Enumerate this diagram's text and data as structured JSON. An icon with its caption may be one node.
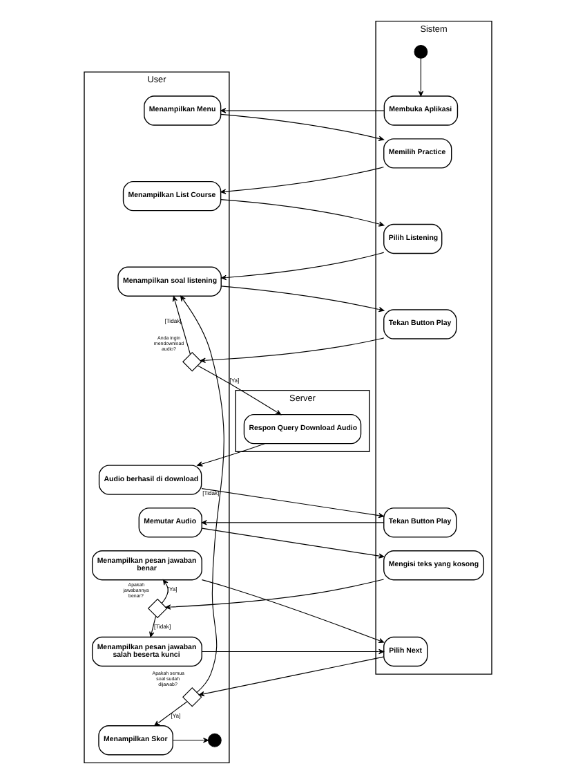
{
  "diagram": {
    "nodes": [
      {
        "text": [
          "Sistem"
        ]
      },
      {
        "text": [
          "User"
        ]
      },
      {
        "text": [
          "Server"
        ]
      },
      {
        "text": [],
        "shape": "circle",
        "in": 0
      },
      {
        "text": [
          "Membuka Aplikasi"
        ],
        "in": 0
      },
      {
        "text": [
          "Menampilkan Menu"
        ],
        "in": 1
      },
      {
        "text": [
          "Memilih Practice"
        ],
        "in": 0
      },
      {
        "text": [
          "Menampilkan List Course"
        ],
        "in": 1
      },
      {
        "text": [
          "Pilih Listening"
        ],
        "in": 0
      },
      {
        "text": [
          "Menampilkan soal listening"
        ],
        "in": 1
      },
      {
        "text": [
          "Tekan Button Play"
        ],
        "in": 0
      },
      {
        "text": [],
        "shape": "diamond",
        "beside": [
          "Anda ingin mendownload audio?"
        ],
        "in": 1
      },
      {
        "text": [
          "Respon Query Download Audio"
        ],
        "in": 2
      },
      {
        "text": [
          "Tekan Button Play"
        ],
        "in": 0
      },
      {
        "text": [
          "Audio berhasil di download"
        ],
        "in": 1
      },
      {
        "text": [
          "Memutar Audio"
        ],
        "in": 1
      },
      {
        "text": [
          "Mengisi teks yang kosong"
        ],
        "in": 0
      },
      {
        "text": [
          "Menampilkan pesan jawaban benar"
        ],
        "in": 1
      },
      {
        "text": [],
        "shape": "diamond",
        "beside": [
          "Apakah jawabannya benar?"
        ],
        "in": 1
      },
      {
        "text": [
          "Pilih Next"
        ],
        "in": 0
      },
      {
        "text": [
          "Menampilkan pesan jawaban salah beserta kunci"
        ],
        "in": 1
      },
      {
        "text": [],
        "shape": "diamond",
        "beside": [
          "Apakah semua soal sudah dijawab?"
        ],
        "in": 1
      },
      {
        "text": [
          "Menampilkan Skor"
        ],
        "in": 1
      },
      {
        "text": [],
        "shape": "circle",
        "in": 1
      }
    ],
    "edges": [
      {
        "from": 3,
        "to": 4,
        "arrow": "to"
      },
      {
        "from": 4,
        "to": 5,
        "arrow": "to"
      },
      {
        "from": 5,
        "to": 6,
        "arrow": "to"
      },
      {
        "from": 6,
        "to": 7,
        "arrow": "to"
      },
      {
        "from": 7,
        "to": 8,
        "arrow": "to"
      },
      {
        "from": 8,
        "to": 9,
        "arrow": "to"
      },
      {
        "from": 9,
        "to": 10,
        "arrow": "to"
      },
      {
        "from": 10,
        "to": 11,
        "arrow": "to"
      },
      {
        "from": 11,
        "to": 9,
        "arrow": "to",
        "label": "[Tidak]"
      },
      {
        "from": 11,
        "to": 12,
        "arrow": "to",
        "label": "[Ya]"
      },
      {
        "from": 12,
        "to": 14,
        "arrow": "to"
      },
      {
        "from": 14,
        "to": 13,
        "arrow": "to"
      },
      {
        "from": 13,
        "to": 15,
        "arrow": "to"
      },
      {
        "from": 15,
        "to": 16,
        "arrow": "to"
      },
      {
        "from": 16,
        "to": 18,
        "arrow": "to"
      },
      {
        "from": 18,
        "to": 17,
        "arrow": "to",
        "label": "[Ya]"
      },
      {
        "from": 18,
        "to": 20,
        "arrow": "to",
        "label": "[Tidak]"
      },
      {
        "from": 17,
        "to": 19,
        "arrow": "to"
      },
      {
        "from": 20,
        "to": 19,
        "arrow": "to"
      },
      {
        "from": 19,
        "to": 21,
        "arrow": "to"
      },
      {
        "from": 21,
        "to": 9,
        "arrow": "to",
        "label": "[Tidak]"
      },
      {
        "from": 21,
        "to": 22,
        "arrow": "to",
        "label": "[Ya]"
      },
      {
        "from": 22,
        "to": 23,
        "arrow": "to"
      }
    ]
  }
}
